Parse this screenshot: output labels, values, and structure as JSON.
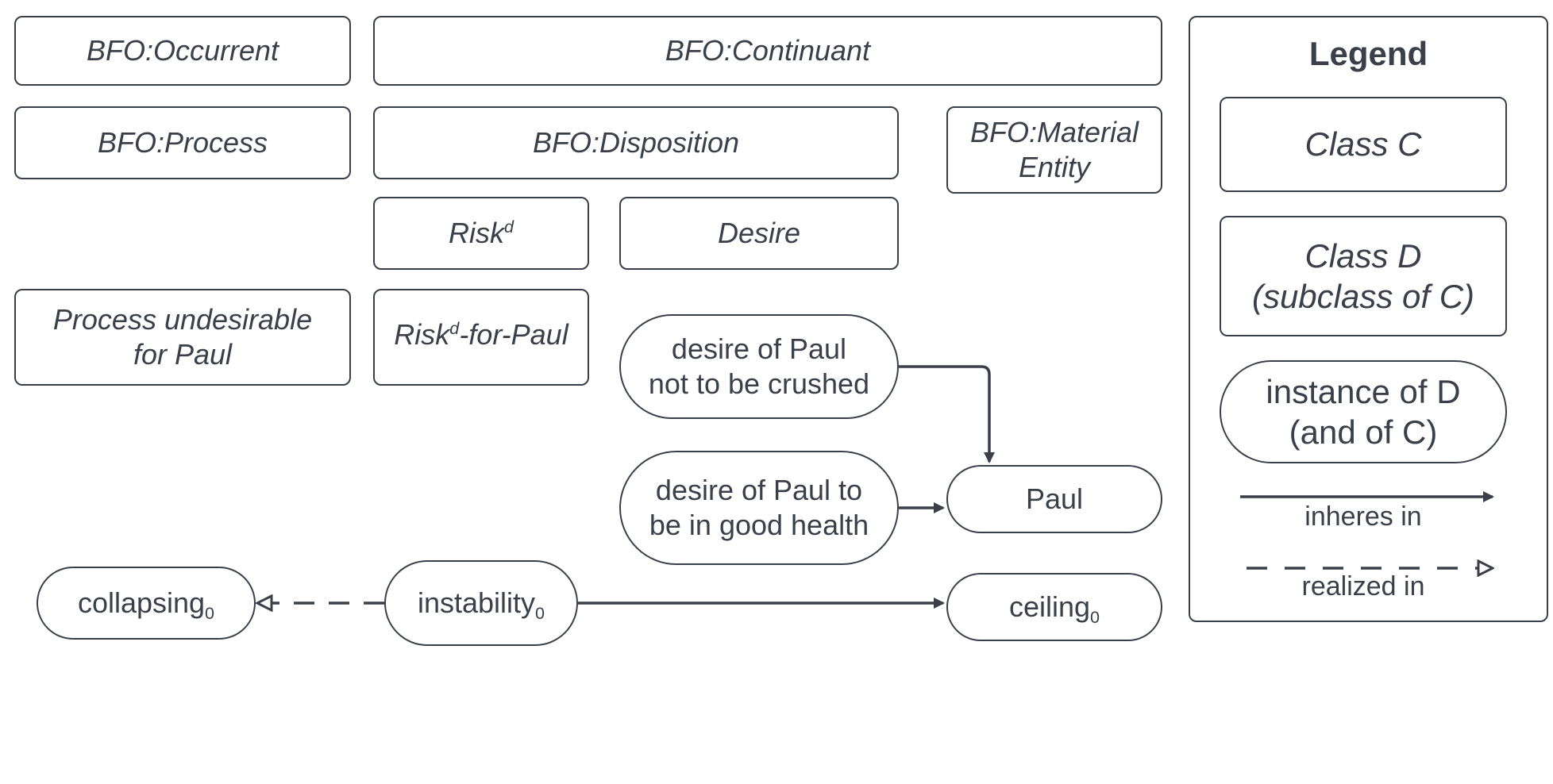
{
  "classes": {
    "occurrent": "BFO:Occurrent",
    "continuant": "BFO:Continuant",
    "process": "BFO:Process",
    "disposition": "BFO:Disposition",
    "material_entity_line1": "BFO:Material",
    "material_entity_line2": "Entity",
    "risk_base": "Risk",
    "risk_sup": "d",
    "desire": "Desire",
    "process_undesirable_line1": "Process undesirable",
    "process_undesirable_line2": "for Paul",
    "risk_for_paul_base": "Risk",
    "risk_for_paul_sup": "d",
    "risk_for_paul_suffix": "-for-Paul"
  },
  "instances": {
    "desire_not_crushed_line1": "desire of Paul",
    "desire_not_crushed_line2": "not to be crushed",
    "desire_good_health_line1": "desire of Paul to",
    "desire_good_health_line2": "be in good health",
    "paul": "Paul",
    "collapsing_base": "collapsing",
    "collapsing_sub": "0",
    "instability_base": "instability",
    "instability_sub": "0",
    "ceiling_base": "ceiling",
    "ceiling_sub": "0"
  },
  "legend": {
    "title": "Legend",
    "class_c": "Class C",
    "class_d_line1": "Class D",
    "class_d_line2": "(subclass of C)",
    "instance_line1": "instance of D",
    "instance_line2": "(and of C)",
    "inheres_in": "inheres in",
    "realized_in": "realized in"
  },
  "colors": {
    "stroke": "#3a3f4a",
    "background": "#ffffff"
  }
}
